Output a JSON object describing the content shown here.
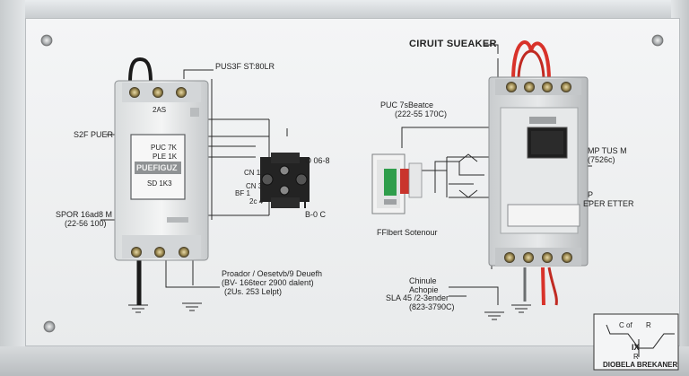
{
  "labels": {
    "top_label": "PUS3F ST:80LR",
    "left_upper": "S2F PUER",
    "left_lower_1": "SPOR 16ad8 M",
    "left_lower_2": "(22-56 100)",
    "device_top_mark": "2AS",
    "device_plate": "PUEFIGUZ",
    "device_plate_line1": "PUC 7K",
    "device_plate_line2": "PLE 1K",
    "device_plate_line3": "SD 1K3",
    "block_top": "O 06-8",
    "block_left_1": "CN 1",
    "block_left_2": "CN 3",
    "block_left_3": "BF 1",
    "block_left_4": "2c 4",
    "block_bottom": "B-0 C",
    "bottom_center_1": "Proador / Oesetvb/9 Deuefh",
    "bottom_center_2": "(BV- 166tecr 2900 dalent)",
    "bottom_center_3": "(2Us. 253 Lelpt)",
    "breaker_title": "CIRUIT SUEAKER",
    "mid_label_1": "PUC 7sBeatce",
    "mid_label_2": "(222-55 170C)",
    "switch_label": "FFlbert Sotenour",
    "bottom_right_1": "Chinule",
    "bottom_right_2": "Achopie",
    "bottom_right_3": "SLA 45 /2-3ender",
    "bottom_right_4": "(823-3790C)",
    "right_label_1": "MP TUS M",
    "right_label_2": "(7526c)",
    "right_label_3": "P",
    "right_label_4": "EPER ETTER",
    "legend_title": "DIOBELA BREKANER",
    "legend_c": "C of",
    "legend_r": "R",
    "legend_x": "IX",
    "legend_r2": "R"
  },
  "colors": {
    "wire_red": "#d8322a",
    "wire_black": "#1a1a1a",
    "switch_green": "#2f9e4b",
    "switch_red": "#c9342c"
  }
}
